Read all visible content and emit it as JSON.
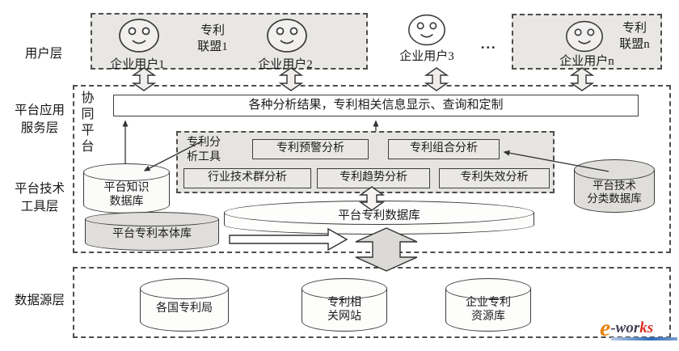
{
  "layer_labels": {
    "user": "用户层",
    "app_line1": "平台应用",
    "app_line2": "服务层",
    "tech_line1": "平台技术",
    "tech_line2": "工具层",
    "source": "数据源层"
  },
  "user_layer": {
    "alliance1_line1": "专利",
    "alliance1_line2": "联盟1",
    "user1": "企业用户1",
    "user2": "企业用户2",
    "user3": "企业用户3",
    "ellipsis": "...",
    "alliance_n_line1": "专利",
    "alliance_n_line2": "联盟n",
    "user_n": "企业用户n"
  },
  "platform": {
    "collab": "协同平台",
    "results_bar": "各种分析结果，专利相关信息显示、查询和定制",
    "tools_label_line1": "专利分",
    "tools_label_line2": "析工具",
    "tool_boxes": {
      "warning": "专利预警分析",
      "portfolio": "专利组合分析",
      "industry": "行业技术群分析",
      "trend": "专利趋势分析",
      "invalid": "专利失效分析"
    },
    "knowledge_db_line1": "平台知识",
    "knowledge_db_line2": "数据库",
    "class_db_line1": "平台技术",
    "class_db_line2": "分类数据库",
    "patent_db": "平台专利数据库",
    "ontology_db": "平台专利本体库"
  },
  "sources": {
    "offices": "各国专利局",
    "sites_line1": "专利相",
    "sites_line2": "关网站",
    "enterprise_line1": "企业专利",
    "enterprise_line2": "资源库"
  },
  "logo": {
    "e": "e",
    "mid": "-wor",
    "tail": "ks"
  },
  "colors": {
    "box_gray": "#e8e7e4",
    "logo_orange": "#e8820c",
    "logo_red": "#d93025",
    "logo_navy": "#413f55",
    "logo_bar_blue": "#2b6cb8"
  }
}
